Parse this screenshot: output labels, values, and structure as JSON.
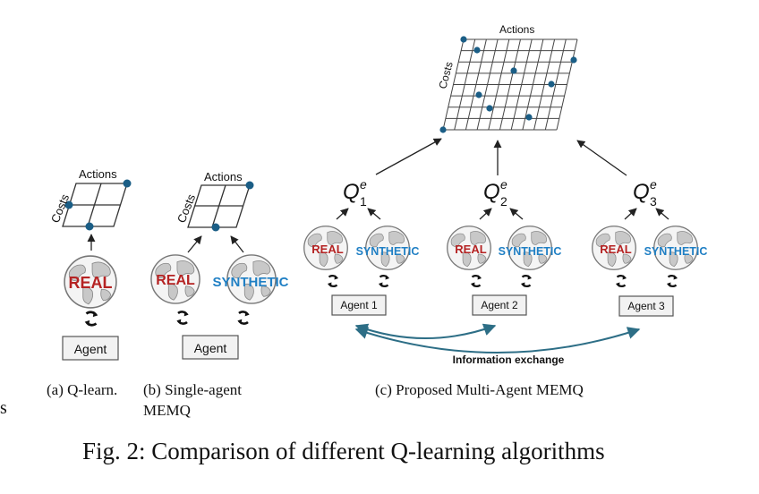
{
  "labels": {
    "actions": "Actions",
    "costs": "Costs",
    "real": "REAL",
    "synthetic": "SYNTHETIC",
    "agent": "Agent",
    "agent1": "Agent 1",
    "agent2": "Agent 2",
    "agent3": "Agent 3",
    "info_exchange": "Information exchange"
  },
  "q_labels": [
    {
      "base": "Q",
      "sup": "e",
      "sub": "1"
    },
    {
      "base": "Q",
      "sup": "e",
      "sub": "2"
    },
    {
      "base": "Q",
      "sup": "e",
      "sub": "3"
    }
  ],
  "captions": {
    "a": "(a) Q-learn.",
    "b1": "(b)      Single-agent",
    "b2": "MEMQ",
    "c": "(c) Proposed Multi-Agent MEMQ",
    "stray": "s",
    "figure": "Fig. 2: Comparison of different Q-learning algorithms"
  },
  "colors": {
    "real": "#b52323",
    "synthetic": "#1f7fc4",
    "dot": "#1b5e86",
    "exchange": "#2d6e86",
    "line": "#222222"
  }
}
